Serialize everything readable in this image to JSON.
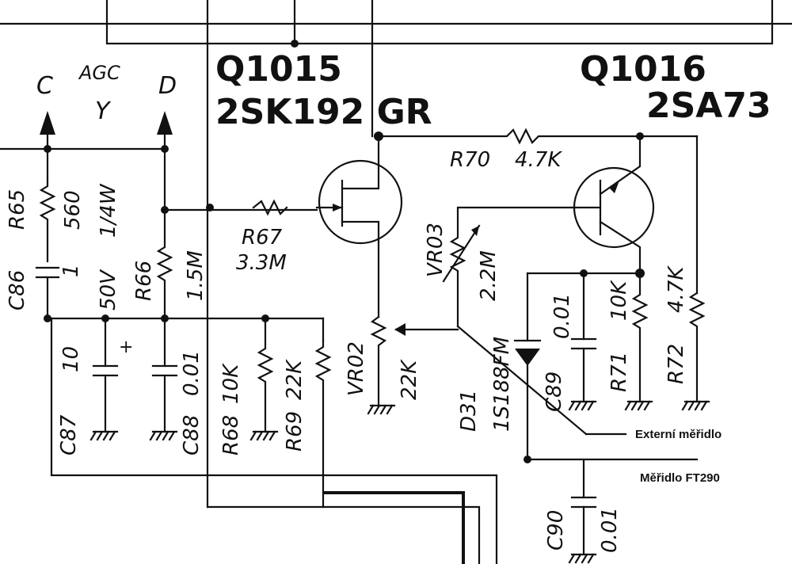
{
  "terminals": {
    "c": "C",
    "agc": "AGC",
    "d": "D"
  },
  "q1015": {
    "ref": "Q1015",
    "part": "2SK192 GR"
  },
  "q1016": {
    "ref": "Q1016",
    "part": "2SA73"
  },
  "r65": {
    "ref": "R65",
    "value": "560",
    "note": "1/4W"
  },
  "c86": {
    "ref": "C86",
    "value": "1",
    "voltage": "50V"
  },
  "r66": {
    "ref": "R66",
    "value": "1.5M"
  },
  "r67": {
    "ref": "R67",
    "value": "3.3M"
  },
  "r70": {
    "ref": "R70",
    "value": "4.7K"
  },
  "vr03": {
    "ref": "VR03",
    "value": "2.2M"
  },
  "vr02": {
    "ref": "VR02",
    "value": "22K"
  },
  "c87": {
    "ref": "C87",
    "value": "10"
  },
  "c88": {
    "ref": "C88",
    "value": "0.01"
  },
  "r68": {
    "ref": "R68",
    "value": "10K"
  },
  "r69": {
    "ref": "R69",
    "value": "22K"
  },
  "d31": {
    "ref": "D31",
    "value": "1S188FM"
  },
  "c89": {
    "ref": "C89",
    "value": "0.01"
  },
  "r71": {
    "ref": "R71",
    "value": "10K"
  },
  "r72": {
    "ref": "R72",
    "value": "4.7K"
  },
  "c90": {
    "ref": "C90",
    "value": "0.01"
  },
  "annotations": {
    "external_meter": "Externí měřidlo",
    "ft290_meter": "Měřidlo FT290"
  }
}
